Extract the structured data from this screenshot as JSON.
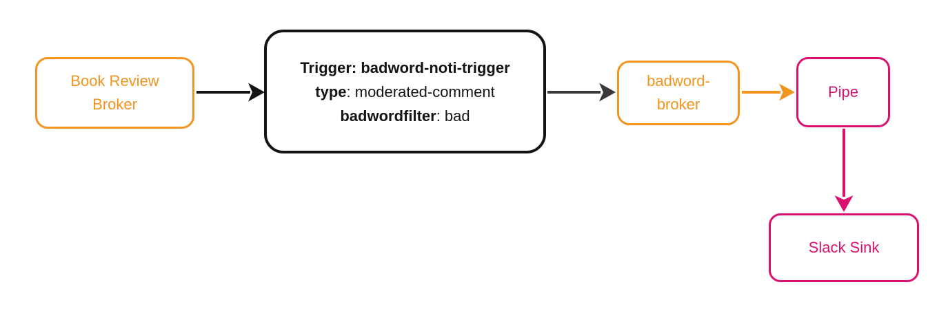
{
  "diagram": {
    "type": "flow-diagram",
    "nodes": {
      "book_broker": {
        "label": "Book Review Broker",
        "color_role": "orange"
      },
      "trigger": {
        "line1": "Trigger: badword-noti-trigger",
        "line2_key": "type",
        "line2_value": ": moderated-comment",
        "line3_key": "badwordfilter",
        "line3_value": ": bad",
        "color_role": "black"
      },
      "badword_broker": {
        "label": "badword-broker",
        "color_role": "orange"
      },
      "pipe": {
        "label": "Pipe",
        "color_role": "pink"
      },
      "slack_sink": {
        "label": "Slack Sink",
        "color_role": "pink"
      }
    },
    "edges": [
      {
        "from": "Book Review Broker",
        "to": "Trigger",
        "color_role": "black",
        "direction": "right"
      },
      {
        "from": "Trigger",
        "to": "badword-broker",
        "color_role": "dark-gray",
        "direction": "right"
      },
      {
        "from": "badword-broker",
        "to": "Pipe",
        "color_role": "orange",
        "direction": "right"
      },
      {
        "from": "Pipe",
        "to": "Slack Sink",
        "color_role": "pink",
        "direction": "down"
      }
    ]
  },
  "colors": {
    "orange": "#F2941E",
    "pink": "#D8126E",
    "ink": "#141414",
    "arrow_dark": "#3A3A3A",
    "background": "#FFFFFF"
  }
}
